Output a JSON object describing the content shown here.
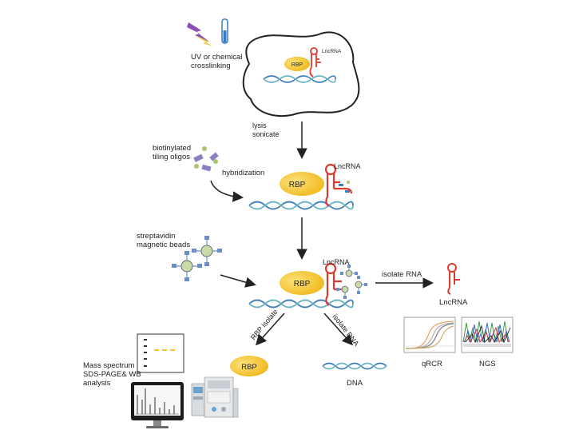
{
  "labels": {
    "uv": "UV or chemical",
    "crosslinking": "crosslinking",
    "lysis": "lysis",
    "sonicate": "sonicate",
    "biotinylated": "biotinylated",
    "tiling_oligos": "tiling oligos",
    "hybridization": "hybridization",
    "streptavidin": "streptavidin",
    "magnetic_beads": "magnetic beads",
    "isolate_rna": "isolate RNA",
    "rbp_isolate": "RBP isolate",
    "isolate_dna": "isolate DNA",
    "mass_spectrum": "Mass spectrum",
    "sds_page": "SDS-PAGE& WB",
    "analysis": "analysis",
    "dna": "DNA",
    "qrcr": "qRCR",
    "ngs": "NGS",
    "lncrna": "LncRNA",
    "rbp": "RBP"
  },
  "colors": {
    "rbp_fill": "#f5c22a",
    "rna": "#e03a30",
    "dna_blue": "#3f7fb8",
    "dna_teal": "#6ab4c4",
    "arrow": "#222222",
    "bead": "#c9dba6",
    "antibody": "#6b8fc4"
  }
}
